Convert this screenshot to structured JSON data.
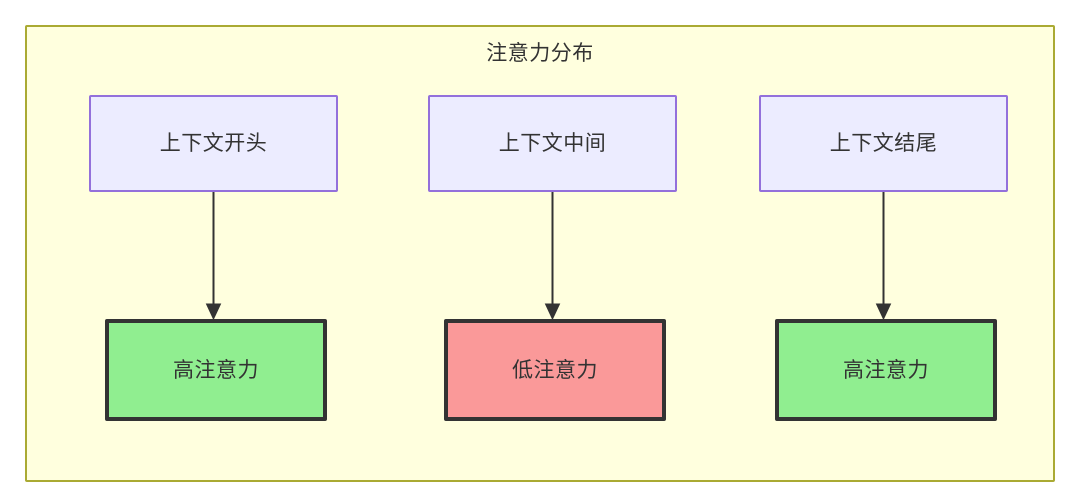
{
  "diagram": {
    "type": "flowchart",
    "title": "注意力分布",
    "background_color": "#ffffff",
    "container": {
      "label": "注意力分布",
      "fill": "#ffffde",
      "stroke": "#aaaa33"
    },
    "nodes": [
      {
        "id": "ctx-start",
        "label": "上下文开头",
        "kind": "context",
        "fill": "#ececff",
        "stroke": "#9370db",
        "text_color": "#333333"
      },
      {
        "id": "ctx-middle",
        "label": "上下文中间",
        "kind": "context",
        "fill": "#ececff",
        "stroke": "#9370db",
        "text_color": "#333333"
      },
      {
        "id": "ctx-end",
        "label": "上下文结尾",
        "kind": "context",
        "fill": "#ececff",
        "stroke": "#9370db",
        "text_color": "#333333"
      },
      {
        "id": "attn-start",
        "label": "高注意力",
        "kind": "attention-high",
        "fill": "#90ee90",
        "stroke": "#333333",
        "text_color": "#333333"
      },
      {
        "id": "attn-middle",
        "label": "低注意力",
        "kind": "attention-low",
        "fill": "#fa9999",
        "stroke": "#333333",
        "text_color": "#333333"
      },
      {
        "id": "attn-end",
        "label": "高注意力",
        "kind": "attention-high",
        "fill": "#90ee90",
        "stroke": "#333333",
        "text_color": "#333333"
      }
    ],
    "edges": [
      {
        "id": "edge-start",
        "from": "ctx-start",
        "to": "attn-start",
        "label": "",
        "arrow": "down"
      },
      {
        "id": "edge-middle",
        "from": "ctx-middle",
        "to": "attn-middle",
        "label": "",
        "arrow": "down"
      },
      {
        "id": "edge-end",
        "from": "ctx-end",
        "to": "attn-end",
        "label": "",
        "arrow": "down"
      }
    ]
  }
}
